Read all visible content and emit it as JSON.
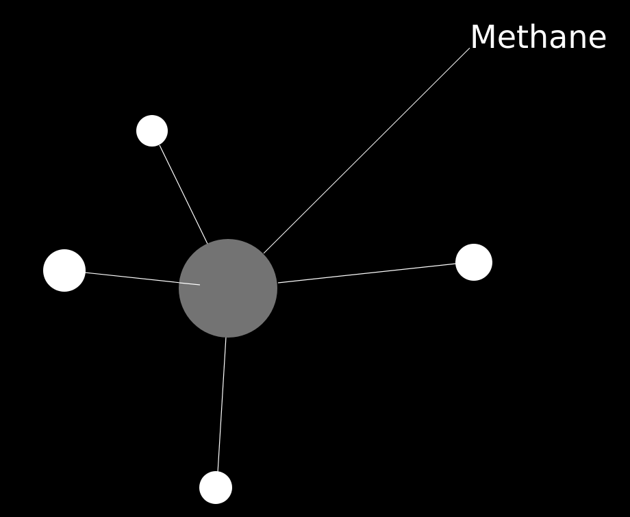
{
  "title": "Methane",
  "colors": {
    "background": "#000000",
    "carbon": "#737373",
    "hydrogen": "#ffffff",
    "bond": "#ffffff",
    "label": "#ffffff",
    "leader_line": "#ffffff"
  },
  "atoms": {
    "carbon": {
      "element": "C"
    },
    "hydrogens": [
      {
        "element": "H"
      },
      {
        "element": "H"
      },
      {
        "element": "H"
      },
      {
        "element": "H"
      }
    ]
  },
  "bonds": [
    {
      "from": "C",
      "to": "H1"
    },
    {
      "from": "C",
      "to": "H2"
    },
    {
      "from": "C",
      "to": "H3"
    },
    {
      "from": "C",
      "to": "H4"
    }
  ]
}
